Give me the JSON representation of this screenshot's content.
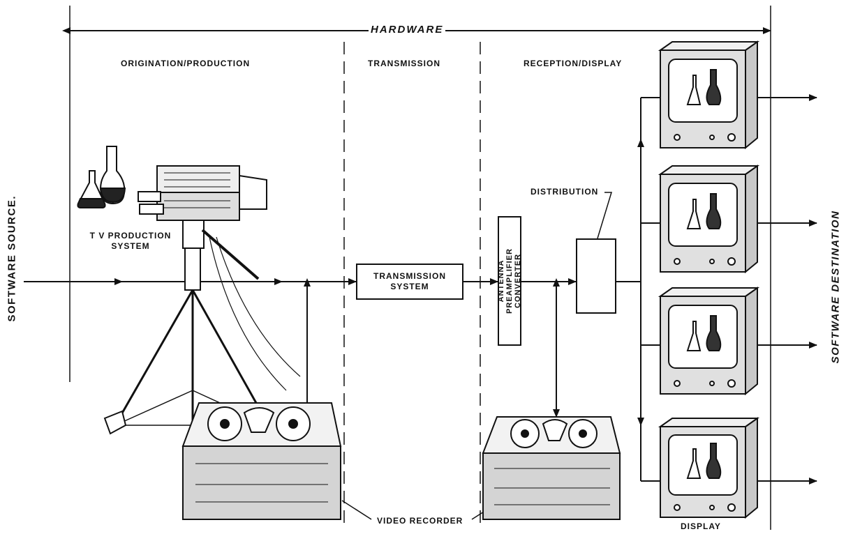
{
  "header": {
    "hardware": "HARDWARE"
  },
  "sections": {
    "origination": "ORIGINATION/PRODUCTION",
    "transmission": "TRANSMISSION",
    "reception": "RECEPTION/DISPLAY"
  },
  "side_labels": {
    "source": "SOFTWARE SOURCE.",
    "destination": "SOFTWARE DESTINATION"
  },
  "components": {
    "tv_production_line1": "T V PRODUCTION",
    "tv_production_line2": "SYSTEM",
    "transmission_system_line1": "TRANSMISSION",
    "transmission_system_line2": "SYSTEM",
    "receiver_line1": "ANTENNA",
    "receiver_line2": "PREAMPLIFIER",
    "receiver_line3": "CONVERTER",
    "distribution": "DISTRIBUTION",
    "video_recorder": "VIDEO RECORDER",
    "display": "DISPLAY"
  },
  "colors": {
    "ink": "#111111",
    "paper": "#ffffff",
    "shade": "#d9d9d9"
  }
}
